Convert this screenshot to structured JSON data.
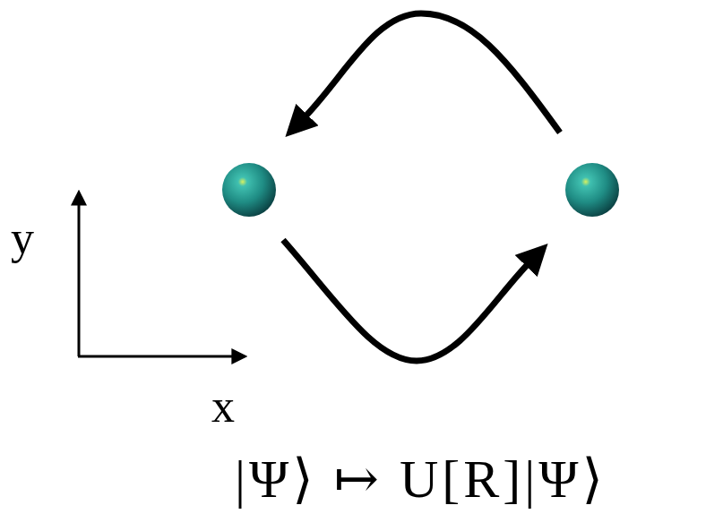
{
  "diagram": {
    "labels": [
      "y",
      "x",
      "|Ψ⟩ ↦ U[R]|Ψ⟩"
    ]
  }
}
